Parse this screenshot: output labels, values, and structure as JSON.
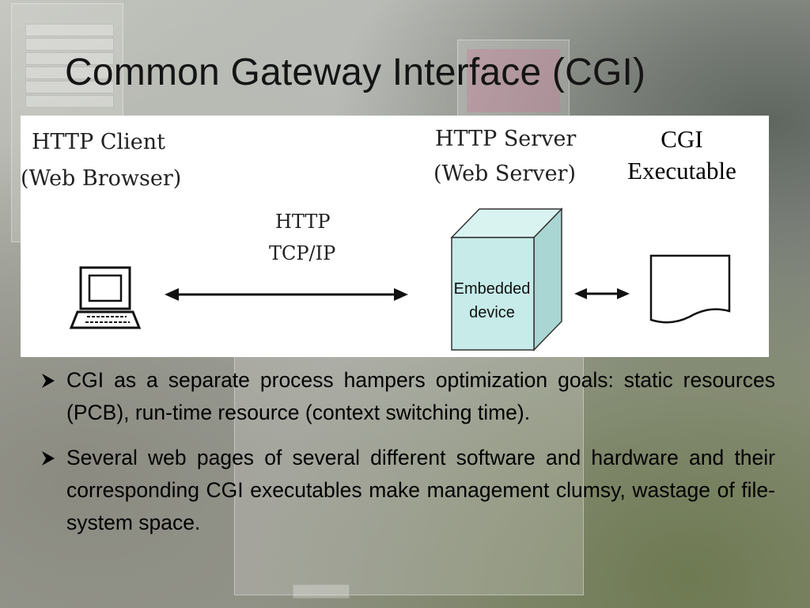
{
  "slide": {
    "title": "Common Gateway Interface (CGI)"
  },
  "diagram": {
    "client_label": [
      "HTTP Client",
      "(Web Browser)"
    ],
    "server_label": [
      "HTTP Server",
      "(Web Server)"
    ],
    "protocol_label": [
      "HTTP",
      "TCP/IP"
    ],
    "cgi_label": [
      "CGI",
      "Executable"
    ],
    "device_label": [
      "Embedded",
      "device"
    ],
    "cube_color": "#c6ebe9"
  },
  "bullets": [
    "CGI as a separate process hampers optimization goals: static resources (PCB), run-time resource (context switching time).",
    "Several web pages of several different software and hardware and their corresponding CGI executables make management clumsy, wastage of file-system space."
  ]
}
